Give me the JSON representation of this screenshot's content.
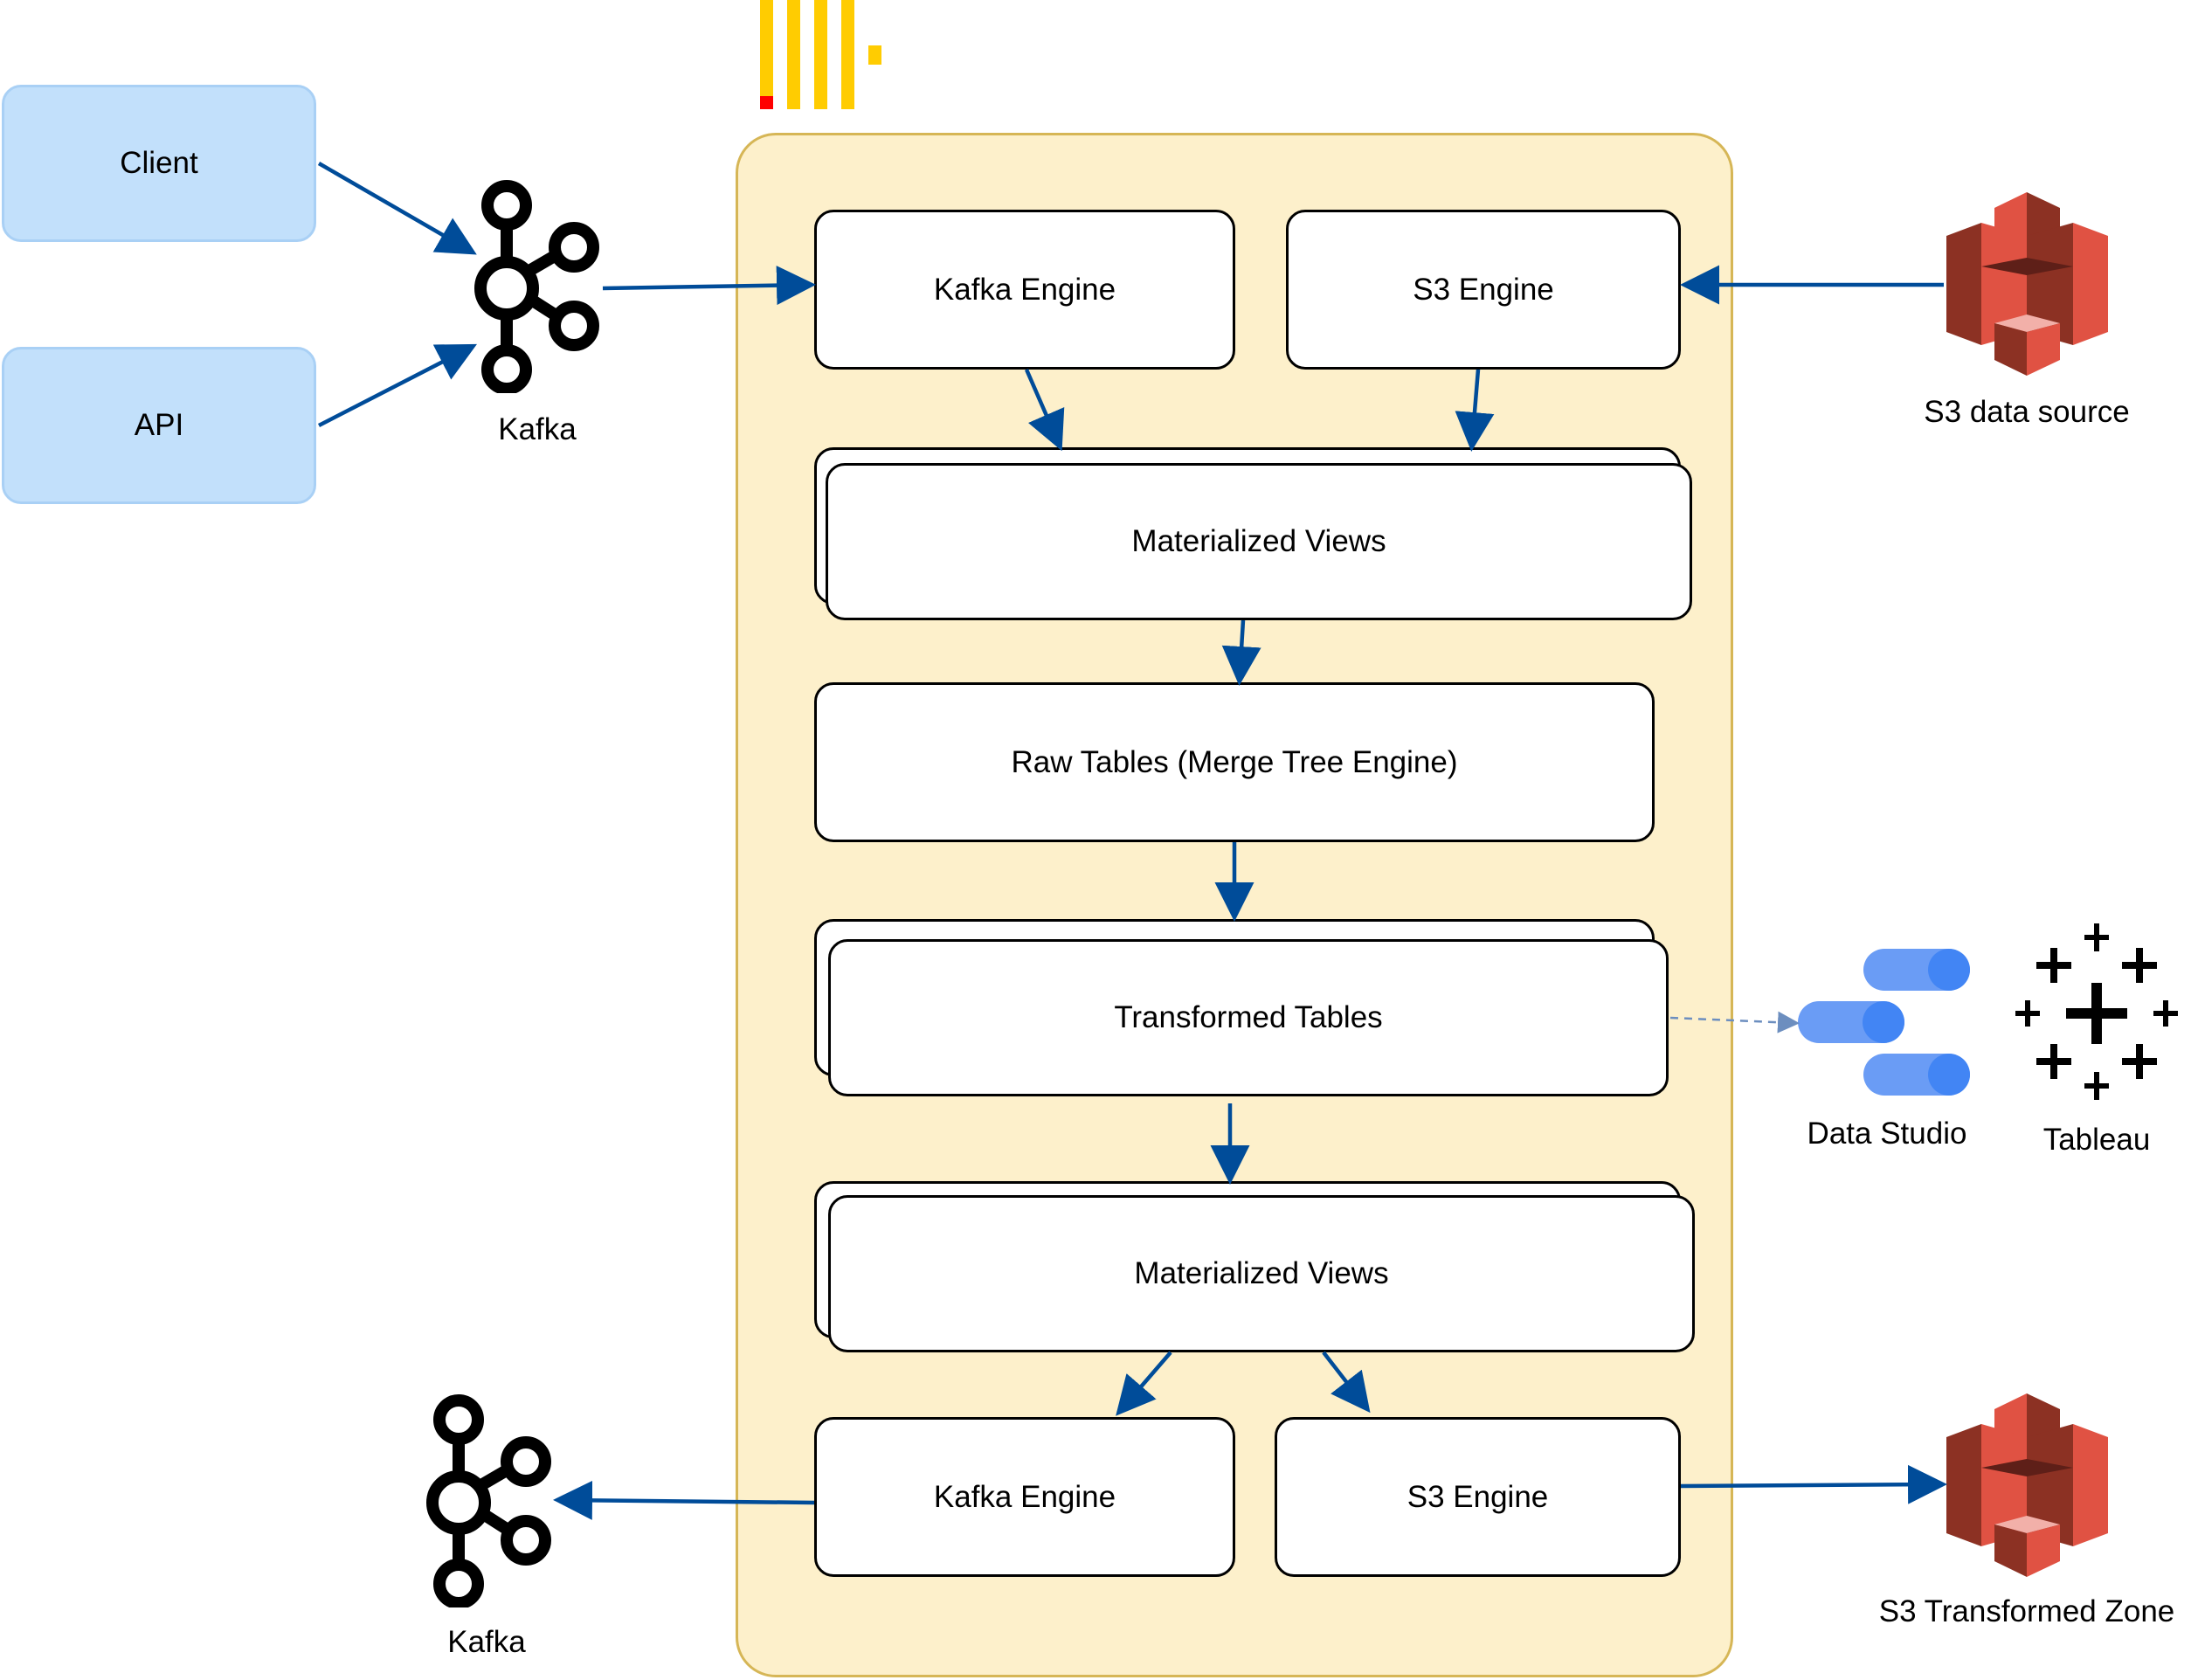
{
  "sources": {
    "client": "Client",
    "api": "API"
  },
  "kafka_in_label": "Kafka",
  "kafka_out_label": "Kafka",
  "ingest": {
    "kafka_engine": "Kafka Engine",
    "s3_engine": "S3 Engine"
  },
  "mv_top": "Materialized Views",
  "raw_tables": "Raw Tables (Merge Tree Engine)",
  "transformed_tables": "Transformed Tables",
  "mv_bottom": "Materialized Views",
  "egress": {
    "kafka_engine": "Kafka Engine",
    "s3_engine": "S3 Engine"
  },
  "s3_source_label": "S3 data source",
  "s3_transformed_label": "S3 Transformed Zone",
  "data_studio_label": "Data Studio",
  "tableau_label": "Tableau",
  "colors": {
    "arrow": "#004c99",
    "container_fill": "#fdf0cb",
    "container_border": "#d6b656",
    "source_fill": "#c2e0fb",
    "s3_red": "#e05243",
    "clickhouse_yellow": "#ffcc01",
    "clickhouse_red": "#ff0000",
    "data_studio_blue": "#4285f4"
  },
  "icons": [
    "clickhouse-logo-icon",
    "kafka-icon",
    "s3-bucket-icon",
    "data-studio-icon",
    "tableau-icon"
  ]
}
